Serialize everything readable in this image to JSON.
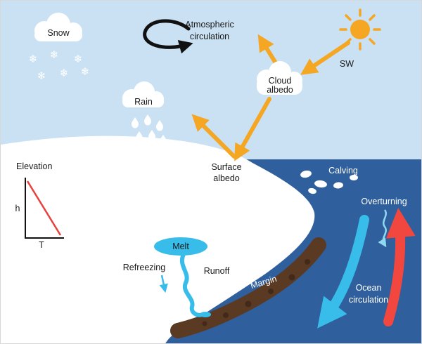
{
  "figure_title": "Ice sheet and climate interactions diagram",
  "labels": {
    "snow": "Snow",
    "atmospheric_1": "Atmospheric",
    "atmospheric_2": "circulation",
    "sw": "SW",
    "cloud_albedo_1": "Cloud",
    "cloud_albedo_2": "albedo",
    "rain": "Rain",
    "surface_albedo_1": "Surface",
    "surface_albedo_2": "albedo",
    "calving": "Calving",
    "overturning": "Overturning",
    "ocean_circulation_1": "Ocean",
    "ocean_circulation_2": "circulation",
    "elevation": "Elevation",
    "axis_h": "h",
    "axis_t": "T",
    "melt": "Melt",
    "refreezing": "Refreezing",
    "runoff": "Runoff",
    "margin": "Margin"
  },
  "glyphs": {
    "snowflake": "❄"
  },
  "colors": {
    "sky": "#c9e1f3",
    "ice": "#ffffff",
    "ocean": "#2f5f9d",
    "sun_orange": "#f5a623",
    "arrow_orange": "#f5a623",
    "cyan": "#38bdea",
    "cyan_light": "#8fd8f2",
    "red": "#f2473f",
    "margin_brown": "#5b3a23",
    "margin_brown_dark": "#42291a",
    "graph_red": "#e8413c",
    "text_dark": "#1a1a1a",
    "text_light": "#ffffff",
    "black": "#111111"
  }
}
